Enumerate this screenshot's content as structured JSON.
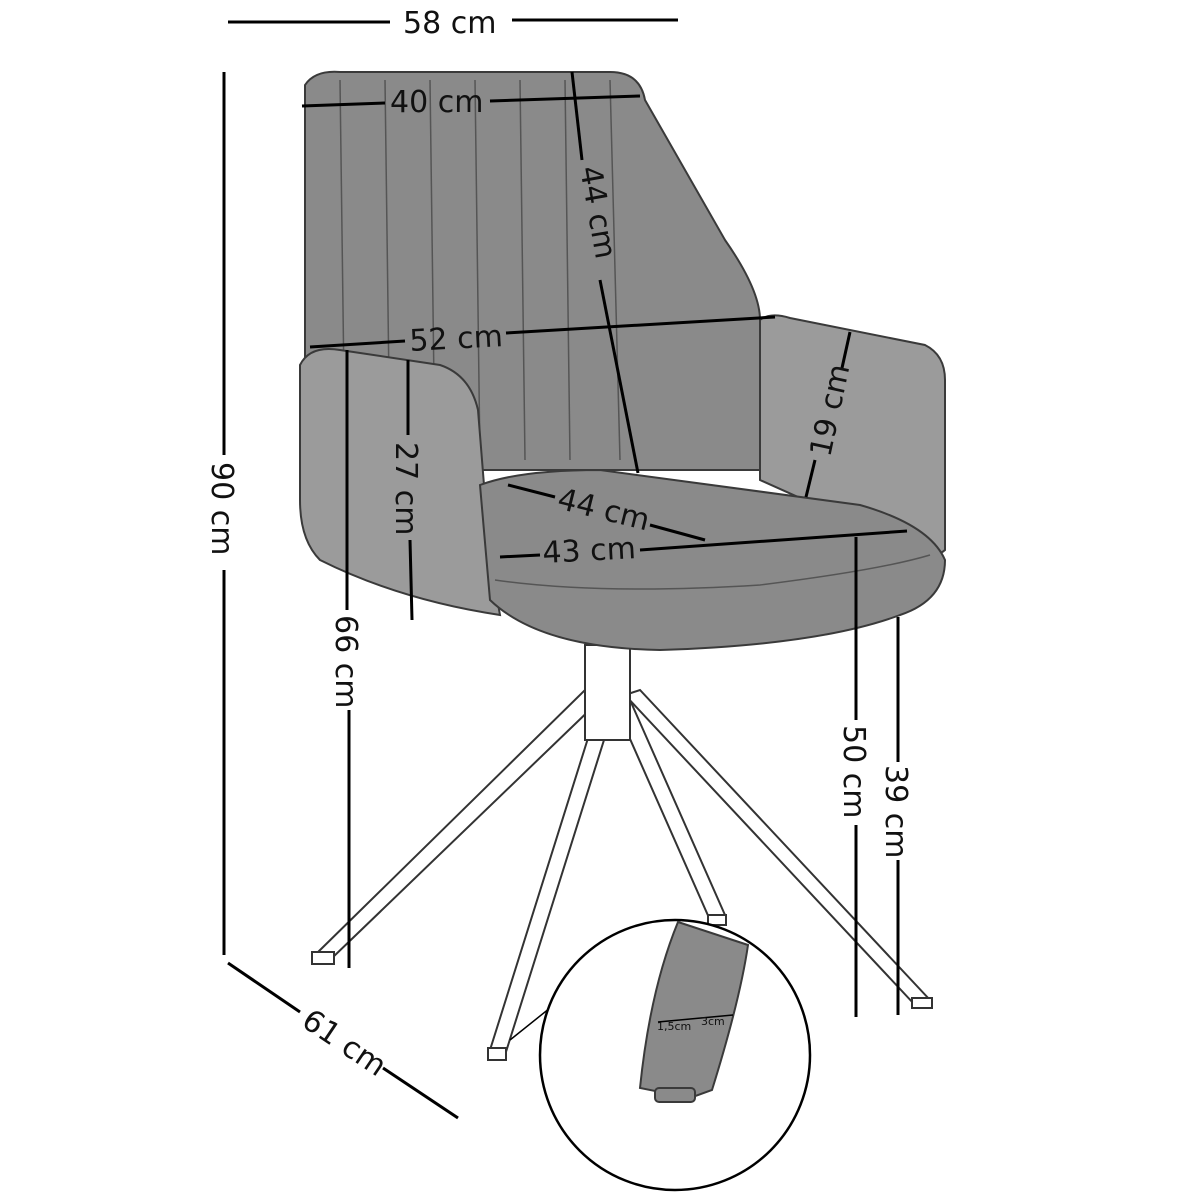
{
  "dimensions": {
    "total_width": "58 cm",
    "backrest_width": "40 cm",
    "backrest_height": "44 cm",
    "arm_width": "52 cm",
    "total_height": "90 cm",
    "arm_height": "27 cm",
    "armrest_height": "19 cm",
    "seat_depth": "44 cm",
    "seat_width": "43 cm",
    "armrest_floor_height": "66 cm",
    "seat_height": "50 cm",
    "seat_front_height": "39 cm",
    "total_depth": "61 cm",
    "leg_depth": "1,5cm",
    "leg_width": "3cm"
  },
  "colors": {
    "upholstery": "#8a8a8a",
    "lines": "#000000",
    "background": "#ffffff"
  }
}
